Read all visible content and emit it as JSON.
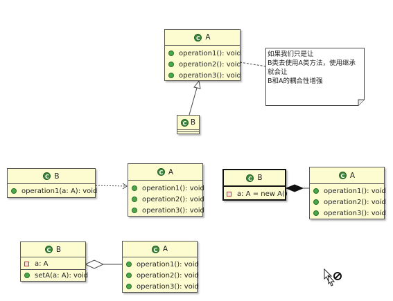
{
  "diagram1": {
    "class_a": {
      "name": "A",
      "methods": [
        "operation1(): void",
        "operation2(): void",
        "operation3(): void"
      ]
    },
    "class_b": {
      "name": "B"
    },
    "note": [
      "如果我们只是让",
      "B类去使用A类方法，使用继承",
      "就会让",
      "B和A的耦合性增强"
    ]
  },
  "diagram2": {
    "class_b": {
      "name": "B",
      "methods": [
        "operation1(a: A): void"
      ]
    },
    "class_a": {
      "name": "A",
      "methods": [
        "operation1(): void",
        "operation2(): void",
        "operation3(): void"
      ]
    }
  },
  "diagram3": {
    "class_b": {
      "name": "B",
      "fields": [
        "a: A = new A()"
      ]
    },
    "class_a": {
      "name": "A",
      "methods": [
        "operation1(): void",
        "operation2(): void",
        "operation3(): void"
      ]
    }
  },
  "diagram4": {
    "class_b": {
      "name": "B",
      "fields": [
        "a: A"
      ],
      "methods": [
        "setA(a: A): void"
      ]
    },
    "class_a": {
      "name": "A",
      "methods": [
        "operation1(): void",
        "operation2(): void",
        "operation3(): void"
      ]
    }
  },
  "icons": {
    "class_icon": "class-icon",
    "method_icon": "public-method-icon",
    "field_icon": "private-field-icon",
    "cursor": "not-allowed-cursor-icon"
  },
  "colors": {
    "class_fill": "#fdfcd0",
    "class_border": "#555555",
    "class_icon": "#3d8a3d",
    "method_dot": "#4aa84a",
    "field_marker": "#c0302f"
  }
}
